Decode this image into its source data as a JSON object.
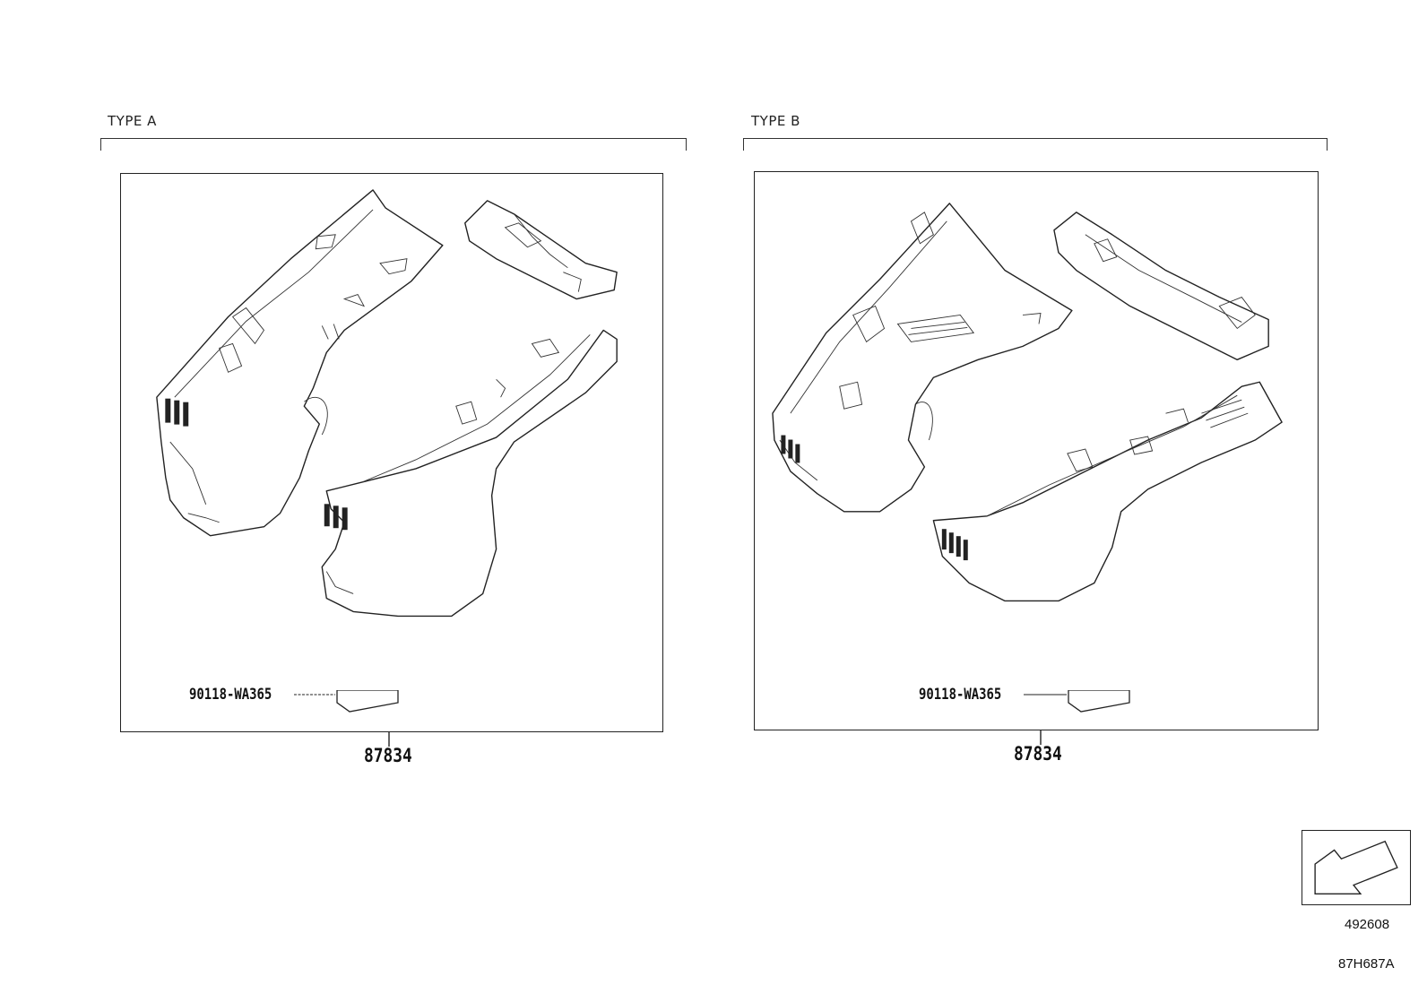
{
  "type_a": {
    "label": "TYPE A",
    "clip_part": "90118-WA365",
    "assembly_part": "87834"
  },
  "type_b": {
    "label": "TYPE B",
    "clip_part": "90118-WA365",
    "assembly_part": "87834"
  },
  "reference": {
    "code": "492608",
    "illustration_id": "87H687A"
  }
}
